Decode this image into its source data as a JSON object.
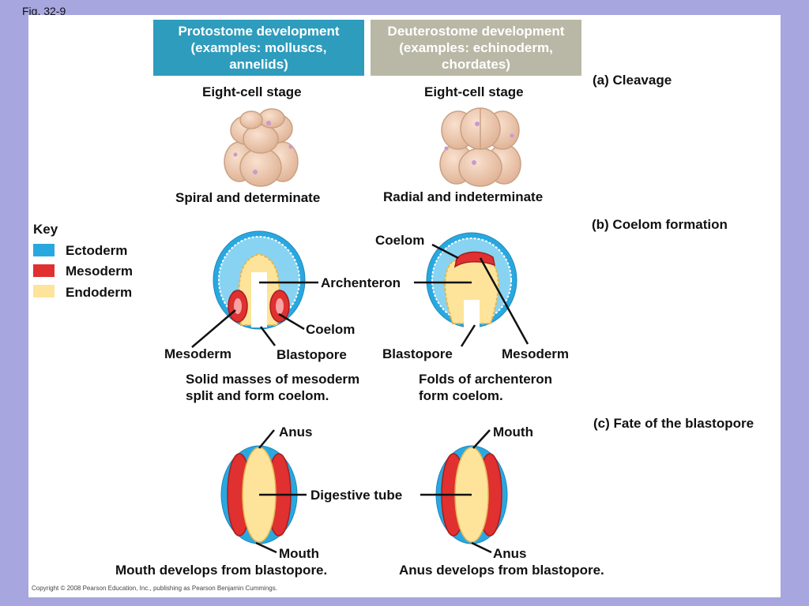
{
  "figure_label": "Fig. 32-9",
  "headers": {
    "protostome": [
      "Protostome development",
      "(examples: molluscs,",
      "annelids)"
    ],
    "deuterostome": [
      "Deuterostome development",
      "(examples: echinoderm,",
      "chordates)"
    ]
  },
  "sections": {
    "cleavage": "(a) Cleavage",
    "coelom_formation": "(b) Coelom formation",
    "blastopore_fate": "(c) Fate of the blastopore"
  },
  "cleavage": {
    "left_stage": "Eight-cell stage",
    "right_stage": "Eight-cell stage",
    "left_caption": "Spiral and determinate",
    "right_caption": "Radial and indeterminate"
  },
  "key": {
    "title": "Key",
    "items": [
      {
        "label": "Ectoderm",
        "color": "#29a8e0"
      },
      {
        "label": "Mesoderm",
        "color": "#e03030"
      },
      {
        "label": "Endoderm",
        "color": "#fde49a"
      }
    ]
  },
  "coelom": {
    "coelom_top": "Coelom",
    "archenteron": "Archenteron",
    "coelom_left": "Coelom",
    "mesoderm_left": "Mesoderm",
    "blastopore_left": "Blastopore",
    "blastopore_right": "Blastopore",
    "mesoderm_right": "Mesoderm",
    "caption_left": [
      "Solid masses of mesoderm",
      "split and form coelom."
    ],
    "caption_right": [
      "Folds of archenteron",
      "form coelom."
    ]
  },
  "fate": {
    "anus_top": "Anus",
    "mouth_top": "Mouth",
    "digestive_tube": "Digestive tube",
    "mouth_bottom": "Mouth",
    "anus_bottom": "Anus",
    "caption_left": "Mouth develops from blastopore.",
    "caption_right": "Anus develops from blastopore."
  },
  "colors": {
    "background": "#a7a6de",
    "protostome_header": "#2e9cbd",
    "deuterostome_header": "#b9b8a6",
    "cell": "#f1cdb3",
    "cell_shadow": "#c9a184",
    "nucleus": "#c79ad0"
  },
  "copyright": "Copyright © 2008 Pearson Education, Inc., publishing as Pearson Benjamin Cummings."
}
